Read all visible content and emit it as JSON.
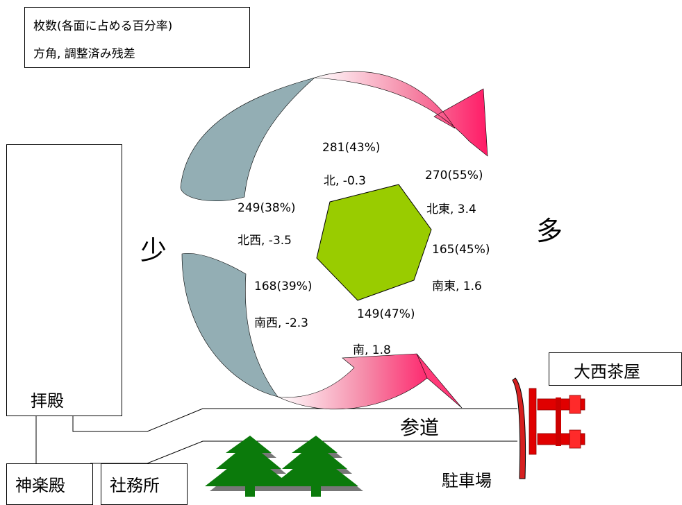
{
  "legend": {
    "line1": "枚数(各面に占める百分率)",
    "line2": "方角, 調整済み残差"
  },
  "labels": {
    "less": "少",
    "more": "多"
  },
  "directions": [
    {
      "count": "281(43%)",
      "dir_residual": "北, -0.3"
    },
    {
      "count": "270(55%)",
      "dir_residual": "北東, 3.4"
    },
    {
      "count": "165(45%)",
      "dir_residual": "南東, 1.6"
    },
    {
      "count": "149(47%)",
      "dir_residual": "南, 1.8"
    },
    {
      "count": "168(39%)",
      "dir_residual": "南西, -2.3"
    },
    {
      "count": "249(38%)",
      "dir_residual": "北西, -3.5"
    }
  ],
  "places": {
    "haiden": "拝殿",
    "kaguraden": "神楽殿",
    "shamusho": "社務所",
    "sando": "参道",
    "chaya": "大西茶屋",
    "parking": "駐車場"
  },
  "colors": {
    "hexagon": "#99cc00",
    "arrow_blue": "#93aeb4",
    "arrow_pink": "#ff1a66",
    "torii": "#e00000",
    "tree": "#0b7a0b"
  }
}
